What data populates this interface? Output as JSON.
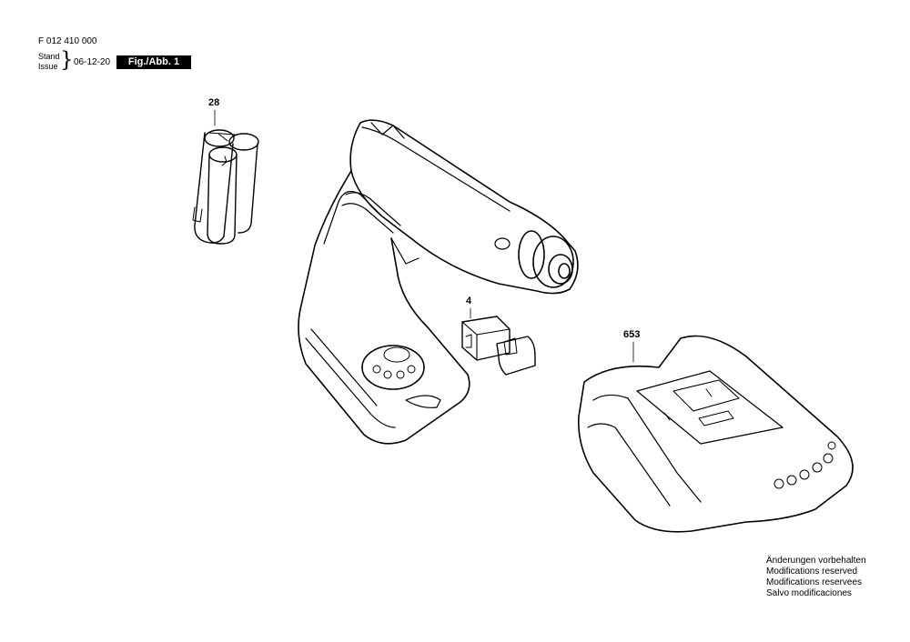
{
  "header": {
    "doc_number": "F 012 410 000",
    "stand_label": "Stand",
    "issue_label": "Issue",
    "date": "06-12-20",
    "figure": "Fig./Abb. 1"
  },
  "callouts": [
    {
      "id": "28",
      "label": "28"
    },
    {
      "id": "4",
      "label": "4"
    },
    {
      "id": "653",
      "label": "653"
    }
  ],
  "notes": [
    "Änderungen vorbehalten",
    "Modifications reserved",
    "Modifications reservees",
    "Salvo modificaciones"
  ]
}
